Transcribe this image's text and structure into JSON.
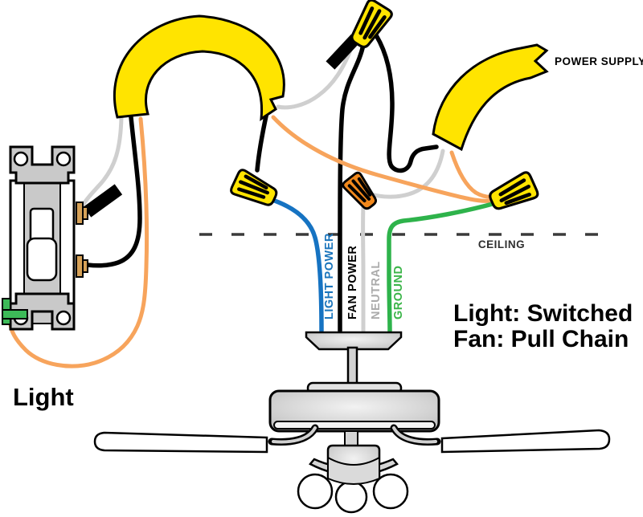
{
  "diagram": {
    "power_supply_label": "POWER SUPPLY",
    "ceiling_label": "CEILING",
    "switch_label": "Light",
    "note": {
      "line1": "Light: Switched",
      "line2": "Fan: Pull Chain"
    },
    "wires": {
      "light_power": "LIGHT POWER",
      "fan_power": "FAN POWER",
      "neutral": "NEUTRAL",
      "ground": "GROUND"
    },
    "colors": {
      "cable_sheath_yellow": "#FFE400",
      "wire_nut_yellow": "#FFE400",
      "wire_nut_orange": "#F1881C",
      "wire_black": "#000000",
      "wire_white": "#CFCFCF",
      "wire_copper_ground": "#F7A45C",
      "wire_blue": "#1673C2",
      "wire_green": "#2EB34B",
      "label_light_power": "#1B75BC",
      "label_fan_power": "#000000",
      "label_neutral": "#ABABAB",
      "label_ground": "#3CB54A",
      "ceiling_dash": "#3A3A3A",
      "brass_screw": "#D6A157",
      "ground_screw_green": "#3DBA58",
      "metal_gray": "#C9C9C9"
    }
  }
}
